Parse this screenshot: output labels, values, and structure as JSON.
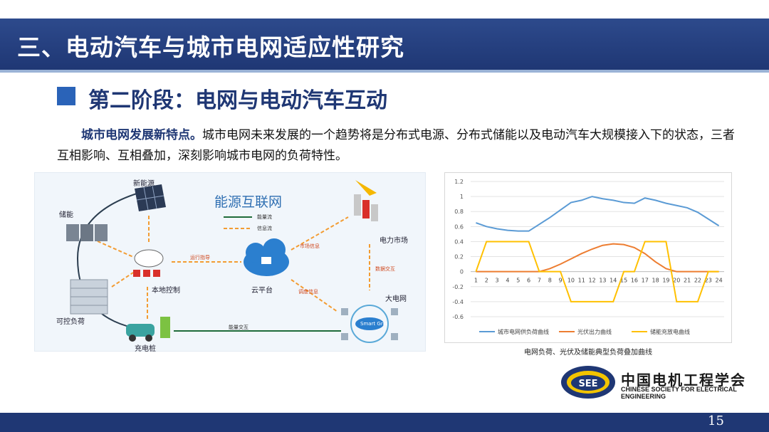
{
  "header": {
    "title": "三、电动汽车与城市电网适应性研究"
  },
  "section": {
    "title": "第二阶段：电网与电动汽车互动"
  },
  "body": {
    "lead": "城市电网发展新特点。",
    "text": "城市电网未来发展的一个趋势将是分布式电源、分布式储能以及电动汽车大规模接入下的状态，三者互相影响、互相叠加，深刻影响城市电网的负荷特性。"
  },
  "diagram": {
    "title": "能源互联网",
    "legend_energy": "能量流",
    "legend_info": "信息流",
    "labels": {
      "new_energy": "新能源",
      "storage": "储能",
      "controllable_load": "可控负荷",
      "charging_pile": "充电桩",
      "local_control": "本地控制",
      "cloud_platform": "云平台",
      "power_market": "电力市场",
      "big_grid": "大电网",
      "smart_grid": "Smart Grid"
    },
    "edge_labels": {
      "operation_guide": "运行指导",
      "market_info": "市场信息",
      "data_exchange": "数据交互",
      "dispatch_info": "调度信息",
      "energy_exchange": "能量交互"
    }
  },
  "chart_data": {
    "type": "line",
    "x": [
      1,
      2,
      3,
      4,
      5,
      6,
      7,
      8,
      9,
      10,
      11,
      12,
      13,
      14,
      15,
      16,
      17,
      18,
      19,
      20,
      21,
      22,
      23,
      24
    ],
    "ylim": [
      -0.6,
      1.2
    ],
    "yticks": [
      "1.2",
      "1",
      "0.8",
      "0.6",
      "0.4",
      "0.2",
      "0",
      "-0.2",
      "-0.4",
      "-0.6"
    ],
    "grid": true,
    "legend_position": "bottom",
    "colors": {
      "load": "#5b9bd5",
      "pv": "#ed7d31",
      "storage": "#ffc000"
    },
    "series": [
      {
        "name": "城市电网供负荷曲线",
        "values": [
          0.65,
          0.6,
          0.57,
          0.55,
          0.54,
          0.54,
          0.63,
          0.72,
          0.82,
          0.92,
          0.95,
          1.0,
          0.97,
          0.95,
          0.92,
          0.91,
          0.98,
          0.95,
          0.91,
          0.88,
          0.85,
          0.79,
          0.7,
          0.61
        ]
      },
      {
        "name": "光伏出力曲线",
        "values": [
          0,
          0,
          0,
          0,
          0,
          0,
          0,
          0.04,
          0.1,
          0.17,
          0.24,
          0.3,
          0.35,
          0.37,
          0.36,
          0.32,
          0.24,
          0.13,
          0.04,
          0,
          0,
          0,
          0,
          0
        ]
      },
      {
        "name": "储能充放电曲线",
        "values": [
          0,
          0.4,
          0.4,
          0.4,
          0.4,
          0.4,
          0,
          0,
          0,
          -0.4,
          -0.4,
          -0.4,
          -0.4,
          -0.4,
          0,
          0,
          0.4,
          0.4,
          0.4,
          -0.4,
          -0.4,
          -0.4,
          0,
          0
        ]
      }
    ]
  },
  "chart_caption": "电网负荷、光伏及储能典型负荷叠加曲线",
  "logo": {
    "emblem_text": "SEE",
    "name_cn": "中国电机工程学会",
    "name_en": "CHINESE SOCIETY FOR ELECTRICAL ENGINEERING"
  },
  "page_number": "15"
}
